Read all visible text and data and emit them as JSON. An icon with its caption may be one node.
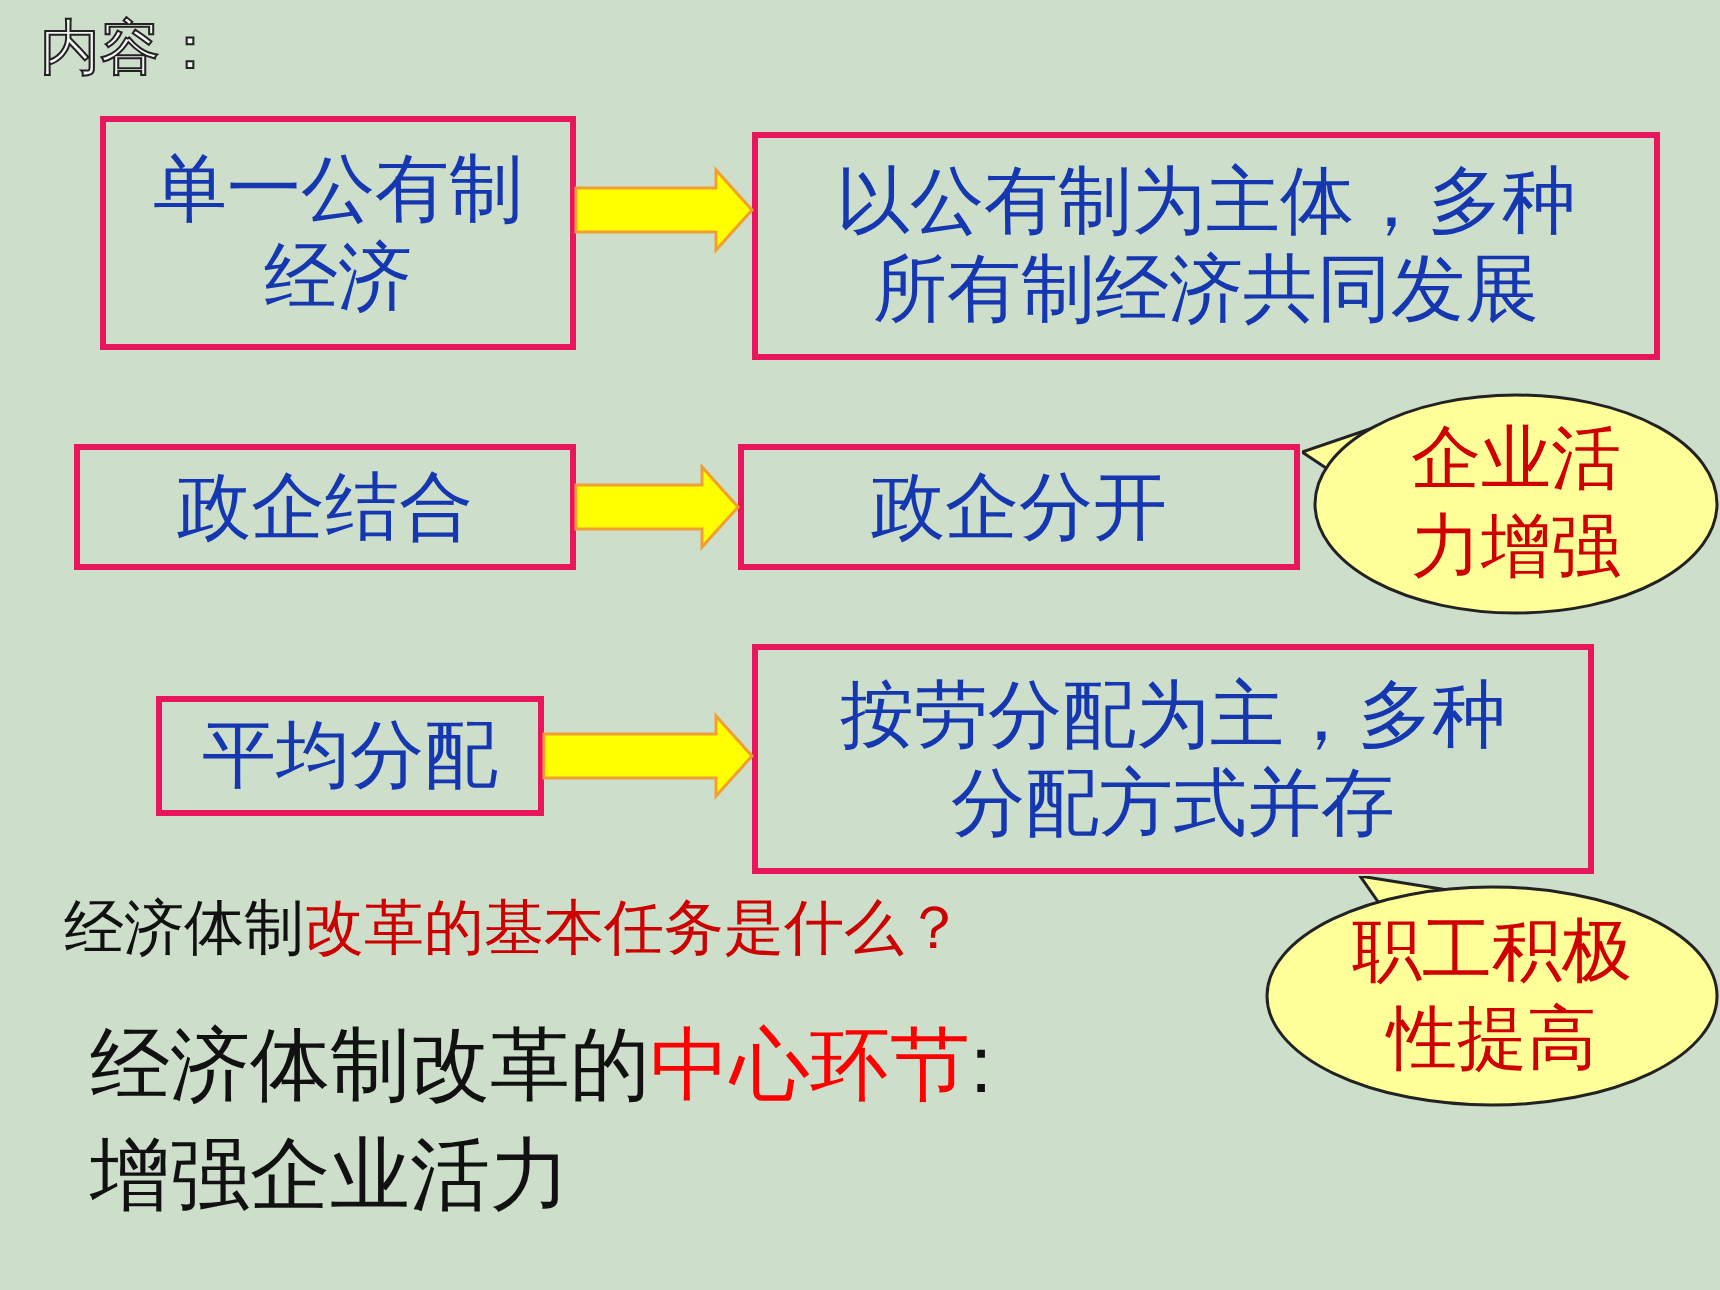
{
  "diagram": {
    "title": "内容：",
    "nodes": [
      {
        "text": [
          "单一公有制经济"
        ]
      },
      {
        "text": [
          "以公有制为主体，多种所有制经济共同发展"
        ]
      },
      {
        "text": [
          "政企结合"
        ]
      },
      {
        "text": [
          "政企分开"
        ]
      },
      {
        "text": [
          "企业活力增强"
        ]
      },
      {
        "text": [
          "平均分配"
        ]
      },
      {
        "text": [
          "按劳分配为主，多种分配方式并存"
        ]
      },
      {
        "text": [
          "职工积极性提高"
        ]
      }
    ],
    "edges": [
      {
        "from": 0,
        "to": 1,
        "arrow": "to"
      },
      {
        "from": 2,
        "to": 3,
        "arrow": "to"
      },
      {
        "from": 5,
        "to": 6,
        "arrow": "to"
      }
    ],
    "labels": [
      "经济体制",
      "改革的基本任务是什么？",
      "经济体制改革的",
      "中心环节",
      ":",
      "增强企业活力"
    ]
  }
}
